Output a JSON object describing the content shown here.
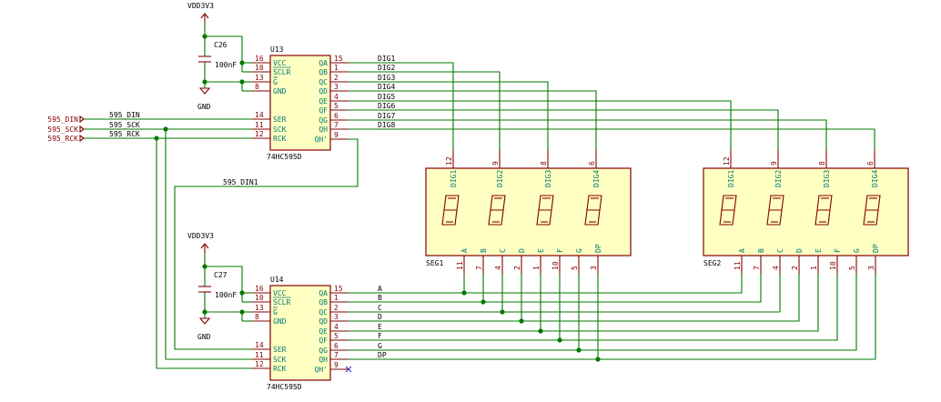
{
  "chips": {
    "u13": {
      "ref": "U13",
      "value": "74HC595D"
    },
    "u14": {
      "ref": "U14",
      "value": "74HC595D"
    },
    "pins_left": [
      {
        "num": "16",
        "name": "VCC"
      },
      {
        "num": "10",
        "name": "SCLR"
      },
      {
        "num": "13",
        "name": "G"
      },
      {
        "num": "8",
        "name": "GND"
      },
      {
        "num": "14",
        "name": "SER"
      },
      {
        "num": "11",
        "name": "SCK"
      },
      {
        "num": "12",
        "name": "RCK"
      }
    ],
    "pins_right": [
      {
        "num": "15",
        "name": "QA"
      },
      {
        "num": "1",
        "name": "QB"
      },
      {
        "num": "2",
        "name": "QC"
      },
      {
        "num": "3",
        "name": "QD"
      },
      {
        "num": "4",
        "name": "QE"
      },
      {
        "num": "5",
        "name": "QF"
      },
      {
        "num": "6",
        "name": "QG"
      },
      {
        "num": "7",
        "name": "QH"
      },
      {
        "num": "9",
        "name": "QH'"
      }
    ]
  },
  "caps": {
    "c26": {
      "ref": "C26",
      "value": "100nF"
    },
    "c27": {
      "ref": "C27",
      "value": "100nF"
    }
  },
  "power": {
    "vdd": "VDD3V3",
    "gnd": "GND"
  },
  "ports": {
    "din": "595_DIN",
    "sck": "595_SCK",
    "rck": "595_RCK"
  },
  "nets": {
    "din": "595_DIN",
    "sck": "595_SCK",
    "rck": "595_RCK",
    "din1": "595_DIN1",
    "digits": [
      "DIG1",
      "DIG2",
      "DIG3",
      "DIG4",
      "DIG5",
      "DIG6",
      "DIG7",
      "DIG8"
    ],
    "segments": [
      "A",
      "B",
      "C",
      "D",
      "E",
      "F",
      "G",
      "DP"
    ]
  },
  "displays": {
    "seg1": {
      "ref": "SEG1"
    },
    "seg2": {
      "ref": "SEG2"
    },
    "top_pins": [
      {
        "num": "12",
        "name": "DIG1"
      },
      {
        "num": "9",
        "name": "DIG2"
      },
      {
        "num": "8",
        "name": "DIG3"
      },
      {
        "num": "6",
        "name": "DIG4"
      }
    ],
    "bottom_pins": [
      {
        "num": "11",
        "name": "A"
      },
      {
        "num": "7",
        "name": "B"
      },
      {
        "num": "4",
        "name": "C"
      },
      {
        "num": "2",
        "name": "D"
      },
      {
        "num": "1",
        "name": "E"
      },
      {
        "num": "10",
        "name": "F"
      },
      {
        "num": "5",
        "name": "G"
      },
      {
        "num": "3",
        "name": "DP"
      }
    ]
  }
}
